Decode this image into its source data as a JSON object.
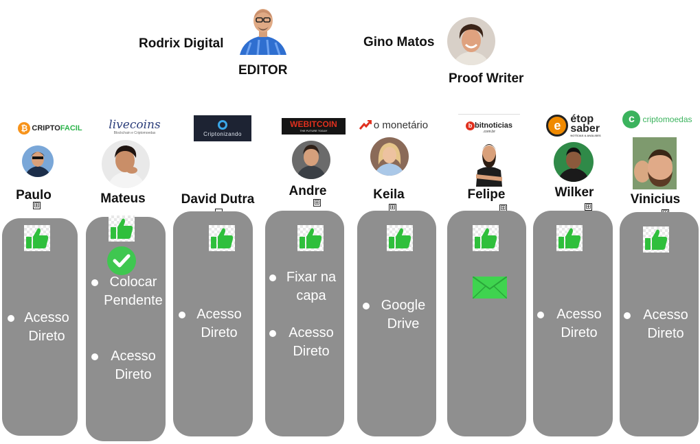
{
  "top": {
    "editor_name": "Rodrix Digital",
    "editor_role": "EDITOR",
    "writer_name": "Gino Matos",
    "writer_role": "Proof Writer"
  },
  "colors": {
    "card": "#8f8f8f",
    "green": "#3fc750",
    "criptofacil_orange": "#f7931a",
    "criptofacil_green": "#2bb34a",
    "webitcoin_red": "#e0301e",
    "criptomoedas_green": "#3bb35d"
  },
  "logos": {
    "criptofacil_a": "CRIPTO",
    "criptofacil_b": "FACIL",
    "livecoins": "livecoins",
    "livecoins_sub": "Blockchain e Criptomoedas",
    "criptonizando": "Criptonizando",
    "webitcoin": "WEBITCOIN",
    "webitcoin_sub": "THE FUTURE TODAY",
    "omonetario": "o monetário",
    "bitnoticias": "bitnoticias",
    "bitnoticias_sub": ".com.br",
    "etopsaber_a": "étop",
    "etopsaber_b": "saber",
    "etopsaber_sub": "NOTÍCIAS & ANÁLISES",
    "criptomoedas": "criptomoedas"
  },
  "people": [
    {
      "name": "Paulo",
      "items": [
        "Acesso Direto"
      ]
    },
    {
      "name": "Mateus",
      "items": [
        "Colocar Pendente",
        "Acesso Direto"
      ]
    },
    {
      "name": "David Dutra",
      "items": [
        "Acesso Direto"
      ]
    },
    {
      "name": "Andre",
      "items": [
        "Fixar na capa",
        "Acesso Direto"
      ]
    },
    {
      "name": "Keila",
      "items": [
        "Google Drive"
      ]
    },
    {
      "name": "Felipe",
      "items": []
    },
    {
      "name": "Wilker",
      "items": [
        "Acesso Direto"
      ]
    },
    {
      "name": "Vinicius",
      "items": [
        "Acesso Direto"
      ]
    }
  ],
  "toggle_glyph": "⊞"
}
